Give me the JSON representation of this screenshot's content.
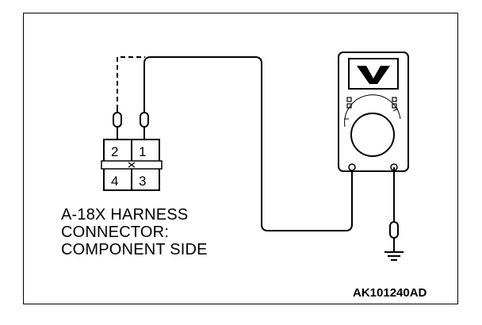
{
  "connector": {
    "pins": {
      "pin1": "1",
      "pin2": "2",
      "pin3": "3",
      "pin4": "4"
    },
    "caption": {
      "line1": "A-18X HARNESS",
      "line2": "CONNECTOR:",
      "line3": "COMPONENT SIDE"
    }
  },
  "meter": {
    "display_symbol": "voltage-v-symbol"
  },
  "figure_id": "AK101240AD",
  "colors": {
    "line": "#000000",
    "background": "#ffffff"
  }
}
